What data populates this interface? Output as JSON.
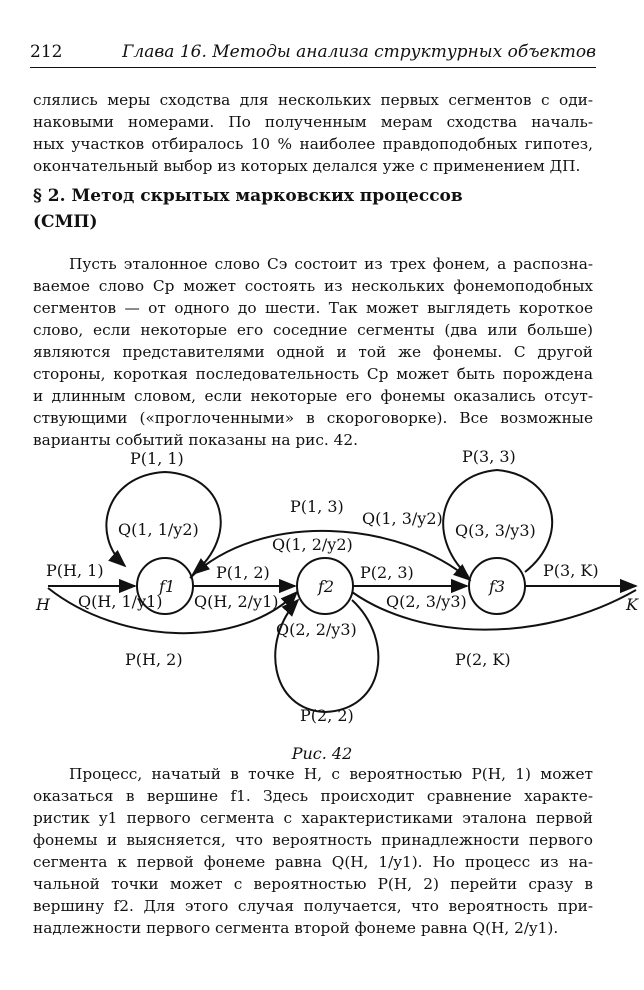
{
  "header": {
    "page_number": "212",
    "running_title": "Глава 16. Методы анализа структурных объектов"
  },
  "para1": [
    "слялись меры сходства для нескольких первых сегментов с оди-",
    "наковыми номерами. По полученным мерам сходства началь-",
    "ных участков отбиралось 10 % наиболее правдоподобных гипотез,",
    "окончательный выбор из которых делался уже с применением ДП."
  ],
  "section": {
    "line1": "§ 2. Метод скрытых марковских процессов",
    "line2": "(СМП)"
  },
  "para2": [
    "Пусть эталонное слово Cэ состоит из трех фонем, а распозна-",
    "ваемое слово Cр может состоять из нескольких фонемоподобных",
    "сегментов — от одного до шести. Так может выглядеть короткое",
    "слово, если некоторые его соседние сегменты (два или больше)",
    "являются представителями одной и той же фонемы. С другой",
    "стороны, короткая последовательность Cр может быть порождена",
    "и длинным словом, если некоторые его фонемы оказались отсут-",
    "ствующими («проглоченными» в скороговорке). Все возможные",
    "варианты событий показаны на рис. 42."
  ],
  "figure": {
    "caption": "Рис. 42",
    "nodes": {
      "f1": "f1",
      "f2": "f2",
      "f3": "f3",
      "start": "H",
      "end": "K"
    },
    "labels": {
      "p11": "P(1, 1)",
      "q11": "Q(1, 1/y2)",
      "p33": "P(3, 3)",
      "q33": "Q(3, 3/y3)",
      "p13": "P(1, 3)",
      "q13": "Q(1, 3/y2)",
      "q12": "Q(1, 2/y2)",
      "ph1": "P(H, 1)",
      "qh1": "Q(H, 1/y1)",
      "p12": "P(1, 2)",
      "qh2": "Q(H, 2/y1)",
      "p23": "P(2, 3)",
      "q23": "Q(2, 3/y3)",
      "p3k": "P(3, K)",
      "q22": "Q(2, 2/y3)",
      "ph2": "P(H, 2)",
      "p2k": "P(2, K)",
      "p22": "P(2, 2)"
    }
  },
  "para3": [
    "Процесс, начатый в точке H, с вероятностью P(H, 1) может",
    "оказаться в вершине f1. Здесь происходит сравнение характе-",
    "ристик y1 первого сегмента с характеристиками эталона первой",
    "фонемы и выясняется, что вероятность принадлежности первого",
    "сегмента к первой фонеме равна Q(H, 1/y1). Но процесс из на-",
    "чальной точки может с вероятностью P(H, 2) перейти сразу в",
    "вершину f2. Для этого случая получается, что вероятность при-",
    "надлежности первого сегмента второй фонеме равна Q(H, 2/y1)."
  ]
}
